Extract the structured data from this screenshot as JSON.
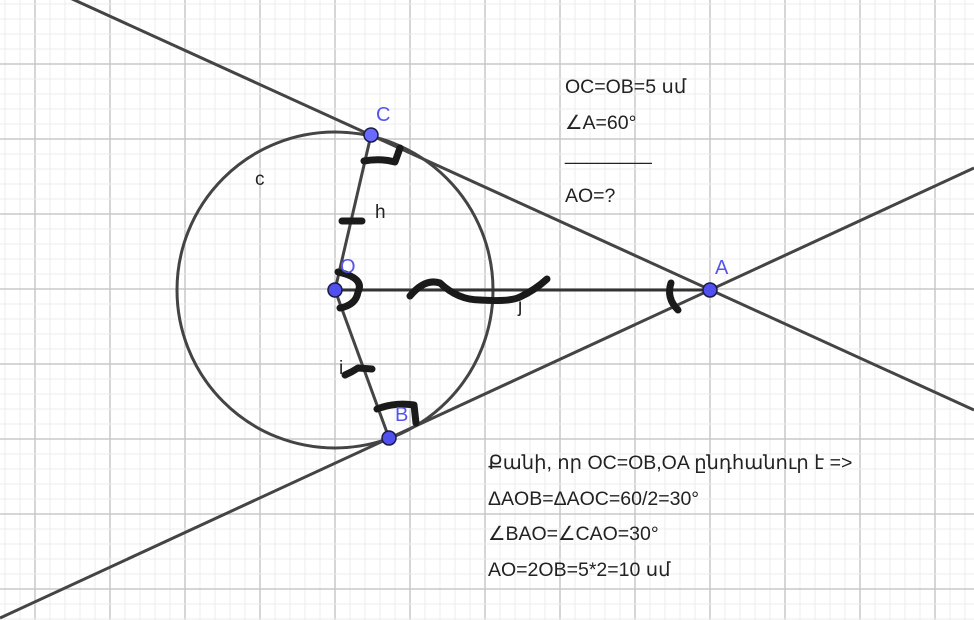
{
  "points": {
    "C": "C",
    "O": "O",
    "A": "A",
    "B": "B"
  },
  "object_labels": {
    "circle": "c",
    "segment_oc": "h",
    "segment_ob": "i",
    "segment_oa": "j"
  },
  "given": {
    "line1": "OC=OB=5 սմ",
    "line2": "∠A=60°",
    "separator": "________",
    "line3": "AO=?"
  },
  "solution": {
    "line1": "Քանի, որ OC=OB,OA ընդհանուր է =>",
    "line2": "ΔAOB=ΔAOC=60/2=30°",
    "line3": "∠BAO=∠CAO=30°",
    "line4": "AO=2OB=5*2=10 սմ"
  },
  "colors": {
    "point": "#6a6aff",
    "point_label": "#5555ee",
    "line": "#444444",
    "marker": "#1a1a1a",
    "grid_major": "#c8c8c8",
    "grid_minor": "#ececec"
  }
}
